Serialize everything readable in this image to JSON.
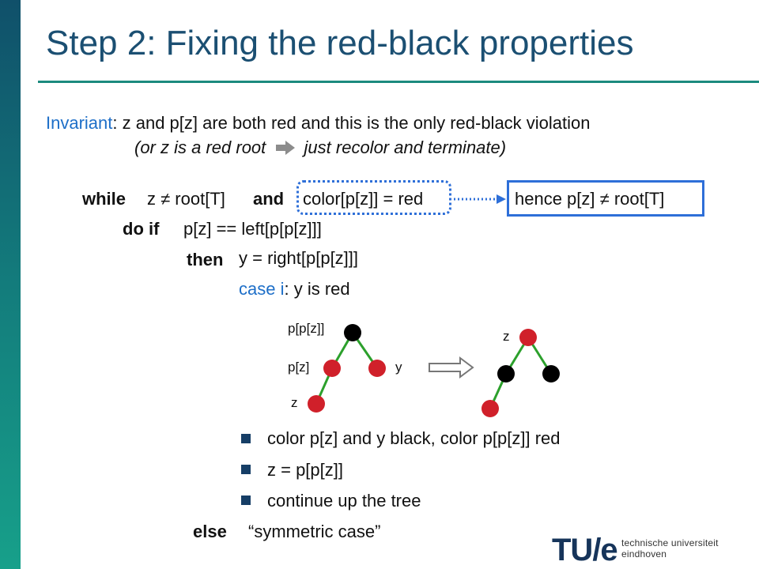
{
  "title": "Step 2: Fixing the red-black properties",
  "invariant": {
    "label": "Invariant",
    "colon_text": ": z and p[z] are both red and this is the only red-black violation",
    "note_part1": "(or z is a red root",
    "note_part2": "just recolor and terminate)"
  },
  "code": {
    "while_kw": "while",
    "while_cond": "z ≠ root[T]",
    "and_kw": "and",
    "color_cond": "color[p[z]] = red",
    "hence": "hence p[z] ≠ root[T]",
    "do_if_kw": "do  if",
    "if_cond": "p[z] ==  left[p[p[z]]]",
    "then_kw": "then",
    "then_stmt": "y = right[p[p[z]]]",
    "case_label": "case i",
    "case_rest": ": y is red",
    "else_kw": "else",
    "else_stmt": "“symmetric case”"
  },
  "diagram": {
    "left_labels": {
      "grandparent": "p[p[z]]",
      "parent": "p[z]",
      "uncle": "y",
      "node": "z"
    },
    "right_labels": {
      "node": "z"
    },
    "colors": {
      "red": "#d0202a",
      "black": "#000000",
      "edge": "#2ca02c",
      "arrow": "#888888"
    }
  },
  "bullets": [
    "color p[z] and y black, color p[p[z]] red",
    "z = p[p[z]]",
    "continue up the tree"
  ],
  "logo": {
    "mark": "TU/e",
    "subtitle": "technische universiteit eindhoven"
  }
}
